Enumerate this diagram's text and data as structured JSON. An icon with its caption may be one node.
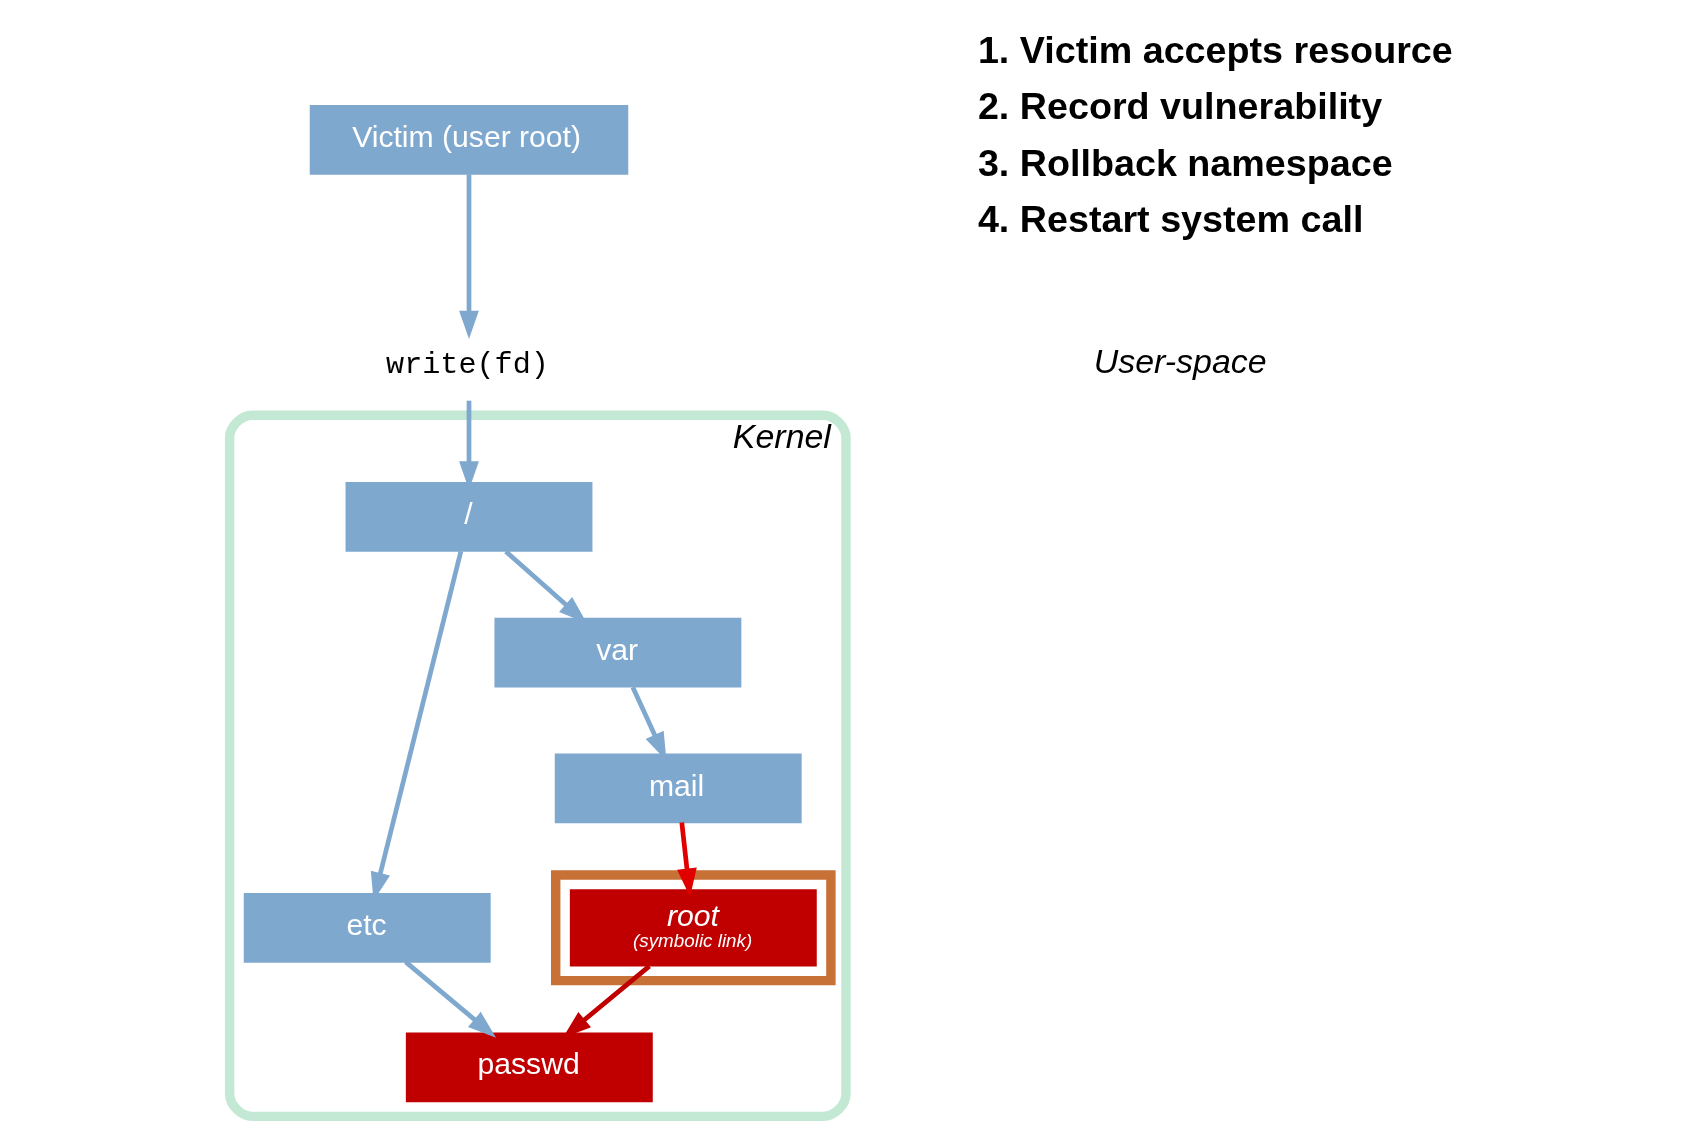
{
  "diagram": {
    "nodes": [
      {
        "text": [
          "Victim (user root)"
        ]
      },
      {
        "text": [
          "write(fd)"
        ]
      },
      {
        "text": [
          "Kernel"
        ]
      },
      {
        "text": [
          "/"
        ],
        "in": 2
      },
      {
        "text": [
          "etc"
        ],
        "in": 2
      },
      {
        "text": [
          "var"
        ],
        "in": 2
      },
      {
        "text": [
          "mail"
        ],
        "in": 2
      },
      {
        "text": [
          "passwd"
        ],
        "in": 2
      },
      {
        "text": [],
        "shape": "box",
        "in": 2
      },
      {
        "text": [
          "root",
          "(symbolic link)"
        ],
        "in": 8
      }
    ],
    "edges": [
      {
        "from": 0,
        "to": 1,
        "arrow": "to"
      },
      {
        "from": 1,
        "to": 3,
        "arrow": "to"
      },
      {
        "from": 3,
        "to": 4,
        "arrow": "to"
      },
      {
        "from": 3,
        "to": 5,
        "arrow": "to"
      },
      {
        "from": 5,
        "to": 6,
        "arrow": "to"
      },
      {
        "from": 4,
        "to": 7,
        "arrow": "to"
      },
      {
        "from": 6,
        "to": 9,
        "arrow": "to",
        "color": "#e00000"
      },
      {
        "from": 9,
        "to": 7,
        "arrow": "to",
        "color": "#c00000"
      }
    ],
    "labels": [
      "1. Victim accepts resource",
      "2. Record vulnerability",
      "3. Rollback namespace",
      "4. Restart system call",
      "User-space"
    ]
  }
}
